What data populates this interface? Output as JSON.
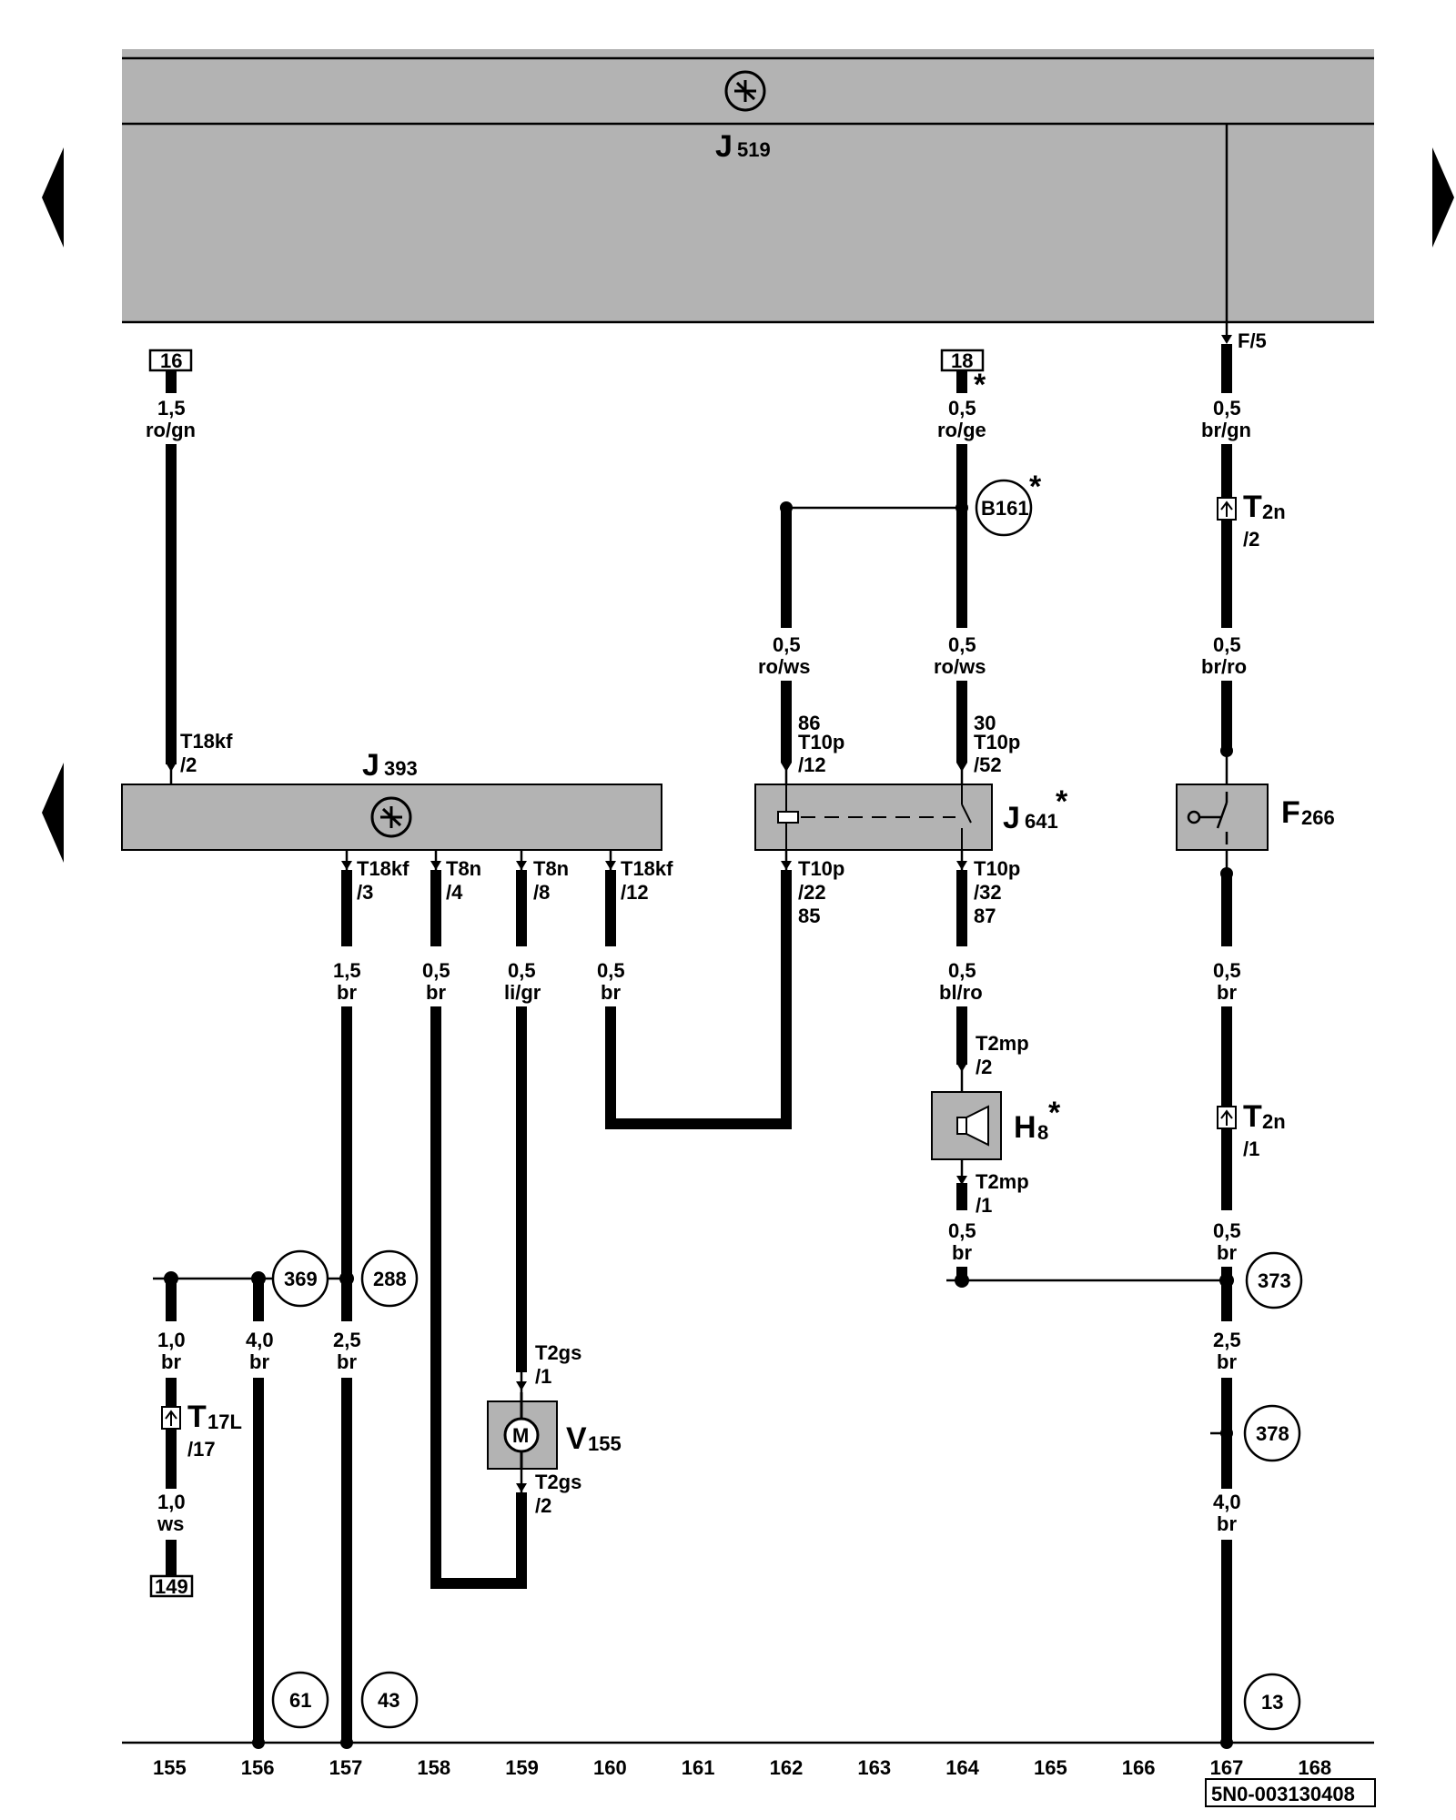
{
  "components": {
    "j519": {
      "main": "J",
      "sub": "519"
    },
    "j393": {
      "main": "J",
      "sub": "393"
    },
    "j641": {
      "main": "J",
      "sub": "641",
      "star": "*"
    },
    "f266": {
      "main": "F",
      "sub": "266"
    },
    "h8": {
      "main": "H",
      "sub": "8",
      "star": "*"
    },
    "v155": {
      "main": "V",
      "sub": "155",
      "motor": "M"
    },
    "t2n_top": {
      "main": "T",
      "sub": "2n",
      "pin": "/2"
    },
    "t2n_bottom": {
      "main": "T",
      "sub": "2n",
      "pin": "/1"
    },
    "t17l": {
      "main": "T",
      "sub": "17L",
      "pin": "/17"
    }
  },
  "refs": {
    "r16": "16",
    "r18": "18",
    "r149": "149",
    "star18": "*"
  },
  "circles": {
    "b161": "B161",
    "b161_star": "*",
    "c369": "369",
    "c288": "288",
    "c373": "373",
    "c378": "378",
    "c61": "61",
    "c43": "43",
    "c13": "13"
  },
  "wires": {
    "w16_size": "1,5",
    "w16_color": "ro/gn",
    "w18_size": "0,5",
    "w18_color": "ro/ge",
    "wf5_size": "0,5",
    "wf5_color": "br/gn",
    "w162_size": "0,5",
    "w162_color": "ro/ws",
    "w164_size": "0,5",
    "w164_color": "ro/ws",
    "w167a_size": "0,5",
    "w167a_color": "br/ro",
    "w157_size": "1,5",
    "w157_color": "br",
    "w158_size": "0,5",
    "w158_color": "br",
    "w159_size": "0,5",
    "w159_color": "li/gr",
    "w160_size": "0,5",
    "w160_color": "br",
    "w164b_size": "0,5",
    "w164b_color": "bl/ro",
    "w167b_size": "0,5",
    "w167b_color": "br",
    "w164c_size": "0,5",
    "w164c_color": "br",
    "w167c_size": "0,5",
    "w167c_color": "br",
    "w155a_size": "1,0",
    "w155a_color": "br",
    "w156_size": "4,0",
    "w156_color": "br",
    "w157b_size": "2,5",
    "w157b_color": "br",
    "w167d_size": "2,5",
    "w167d_color": "br",
    "w155b_size": "1,0",
    "w155b_color": "ws",
    "w167e_size": "4,0",
    "w167e_color": "br"
  },
  "pins": {
    "f5": "F/5",
    "t18kf_2_a": "T18kf",
    "t18kf_2_b": "/2",
    "t10p_12_a": "86",
    "t10p_12_b": "T10p",
    "t10p_12_c": "/12",
    "t10p_52_a": "30",
    "t10p_52_b": "T10p",
    "t10p_52_c": "/52",
    "t18kf_3_a": "T18kf",
    "t18kf_3_b": "/3",
    "t8n_4_a": "T8n",
    "t8n_4_b": "/4",
    "t8n_8_a": "T8n",
    "t8n_8_b": "/8",
    "t18kf_12_a": "T18kf",
    "t18kf_12_b": "/12",
    "t10p_22_a": "T10p",
    "t10p_22_b": "/22",
    "t10p_22_c": "85",
    "t10p_32_a": "T10p",
    "t10p_32_b": "/32",
    "t10p_32_c": "87",
    "t2mp_2_a": "T2mp",
    "t2mp_2_b": "/2",
    "t2mp_1_a": "T2mp",
    "t2mp_1_b": "/1",
    "t2gs_1_a": "T2gs",
    "t2gs_1_b": "/1",
    "t2gs_2_a": "T2gs",
    "t2gs_2_b": "/2"
  },
  "columns": [
    "155",
    "156",
    "157",
    "158",
    "159",
    "160",
    "161",
    "162",
    "163",
    "164",
    "165",
    "166",
    "167",
    "168"
  ],
  "doc_id": "5N0-003130408"
}
